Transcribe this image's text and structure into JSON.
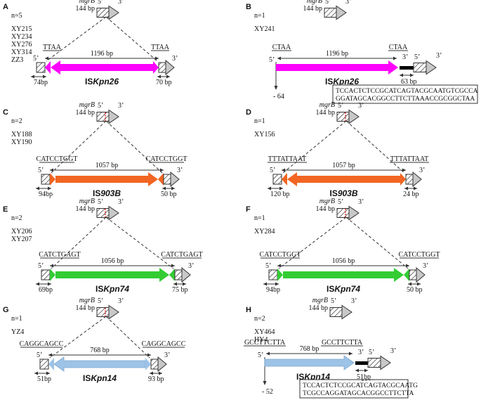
{
  "common": {
    "mgrB": "mgrB",
    "bp144": "144 bp",
    "five": "5’",
    "three": "3’"
  },
  "panels": {
    "A": {
      "letter": "A",
      "n": "n=5",
      "strains": [
        "XY215",
        "XY234",
        "XY276",
        "XY314",
        "ZZ3"
      ],
      "dr": "TTAA",
      "len": "1196 bp",
      "left": "74bp",
      "right": "70 bp",
      "is_prefix": "IS",
      "is_name": "Kpn26"
    },
    "B": {
      "letter": "B",
      "n": "n=1",
      "strains": [
        "XY241"
      ],
      "dr": "CTAA",
      "len": "1196 bp",
      "del": "63 bp",
      "pos": "- 64",
      "is_prefix": "IS",
      "is_name": "Kpn26",
      "seq": [
        "TCCACTCTCCGCATCAGTACGCAATGTCGCCA",
        "GGATAGCACGGCCTTCTTAAACCGCGGCTAA"
      ]
    },
    "C": {
      "letter": "C",
      "n": "n=2",
      "strains": [
        "XY188",
        "XY190"
      ],
      "dr": "CATCCTGGT",
      "len": "1057 bp",
      "left": "94bp",
      "right": "50 bp",
      "is_prefix": "IS",
      "is_name": "903B"
    },
    "D": {
      "letter": "D",
      "n": "n=1",
      "strains": [
        "XY156"
      ],
      "dr": "TTTATTAAT",
      "len": "1057 bp",
      "left": "120 bp",
      "right": "24 bp",
      "is_prefix": "IS",
      "is_name": "903B"
    },
    "E": {
      "letter": "E",
      "n": "n=2",
      "strains": [
        "XY206",
        "XY207"
      ],
      "dr": "CATCTGAGT",
      "len": "1056 bp",
      "left": "69bp",
      "right": "75 bp",
      "is_prefix": "IS",
      "is_name": "Kpn74"
    },
    "F": {
      "letter": "F",
      "n": "n=1",
      "strains": [
        "XY284"
      ],
      "dr": "CATCCTGGT",
      "len": "1056 bp",
      "left": "94bp",
      "right": "50 bp",
      "is_prefix": "IS",
      "is_name": "Kpn74"
    },
    "G": {
      "letter": "G",
      "n": "n=1",
      "strains": [
        "YZ4"
      ],
      "dr": "CAGGCAGCC",
      "len": "768 bp",
      "left": "51bp",
      "right": "93 bp",
      "is_prefix": "IS",
      "is_name": "Kpn14"
    },
    "H": {
      "letter": "H",
      "n": "n=2",
      "strains": [
        "XY464",
        "HY4"
      ],
      "dr": "GCCTTCTTA",
      "len": "768 bp",
      "del": "51bp",
      "pos": "- 52",
      "is_prefix": "IS",
      "is_name": "Kpn14",
      "seq": [
        "TCCACTCTCCGCATCAGTACGCAATG",
        "TCGCCAGGATAGCACGGCCTTCTTA"
      ]
    }
  },
  "colors": {
    "kpn26": "#ff00ff",
    "is903b": "#f26522",
    "kpn74": "#33cc33",
    "kpn14": "#9dc3e6",
    "arrow_fill": "#c8c8c8",
    "stroke": "#333333"
  }
}
